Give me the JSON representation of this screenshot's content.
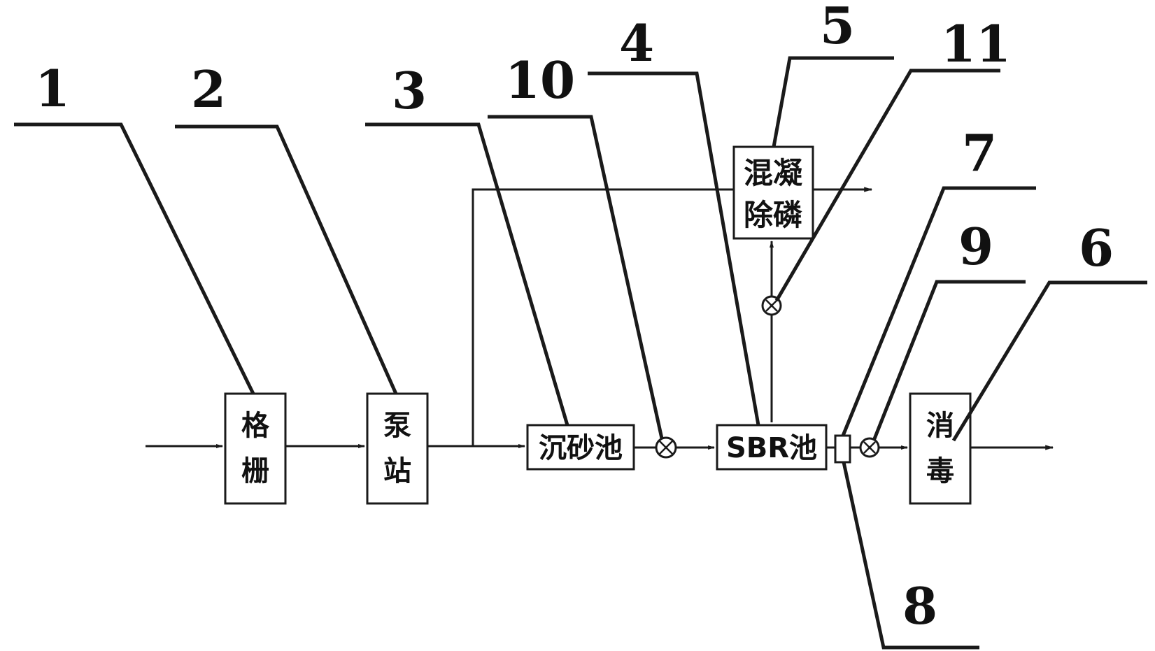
{
  "diagram": {
    "units": {
      "grille": {
        "lines": [
          "格",
          "栅"
        ]
      },
      "pump_station": {
        "lines": [
          "泵",
          "站"
        ]
      },
      "grit_chamber": {
        "label": "沉砂池"
      },
      "sbr_tank": {
        "label": "SBR池"
      },
      "coag_phos": {
        "lines": [
          "混凝",
          "除磷"
        ]
      },
      "disinfection": {
        "lines": [
          "消",
          "毒"
        ]
      }
    },
    "callouts": {
      "c1": "1",
      "c2": "2",
      "c3": "3",
      "c4": "4",
      "c5": "5",
      "c6": "6",
      "c7": "7",
      "c8": "8",
      "c9": "9",
      "c10": "10",
      "c11": "11"
    }
  }
}
